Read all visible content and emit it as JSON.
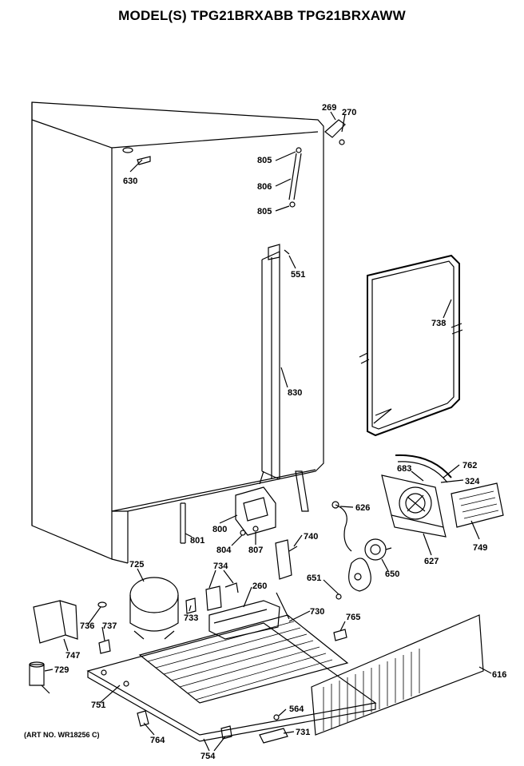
{
  "title": "MODEL(S) TPG21BRXABB  TPG21BRXAWW",
  "art_number": "(ART NO. WR18256 C)",
  "callouts": [
    {
      "id": "269",
      "label": "269"
    },
    {
      "id": "270",
      "label": "270"
    },
    {
      "id": "630",
      "label": "630"
    },
    {
      "id": "805a",
      "label": "805"
    },
    {
      "id": "806",
      "label": "806"
    },
    {
      "id": "805b",
      "label": "805"
    },
    {
      "id": "551",
      "label": "551"
    },
    {
      "id": "738",
      "label": "738"
    },
    {
      "id": "830",
      "label": "830"
    },
    {
      "id": "762",
      "label": "762"
    },
    {
      "id": "683",
      "label": "683"
    },
    {
      "id": "324",
      "label": "324"
    },
    {
      "id": "626",
      "label": "626"
    },
    {
      "id": "749",
      "label": "749"
    },
    {
      "id": "800",
      "label": "800"
    },
    {
      "id": "801",
      "label": "801"
    },
    {
      "id": "804",
      "label": "804"
    },
    {
      "id": "807",
      "label": "807"
    },
    {
      "id": "740",
      "label": "740"
    },
    {
      "id": "627",
      "label": "627"
    },
    {
      "id": "650",
      "label": "650"
    },
    {
      "id": "651",
      "label": "651"
    },
    {
      "id": "725",
      "label": "725"
    },
    {
      "id": "734",
      "label": "734"
    },
    {
      "id": "260",
      "label": "260"
    },
    {
      "id": "733",
      "label": "733"
    },
    {
      "id": "730",
      "label": "730"
    },
    {
      "id": "765",
      "label": "765"
    },
    {
      "id": "736",
      "label": "736"
    },
    {
      "id": "737",
      "label": "737"
    },
    {
      "id": "747",
      "label": "747"
    },
    {
      "id": "729",
      "label": "729"
    },
    {
      "id": "616",
      "label": "616"
    },
    {
      "id": "751",
      "label": "751"
    },
    {
      "id": "564",
      "label": "564"
    },
    {
      "id": "731",
      "label": "731"
    },
    {
      "id": "764",
      "label": "764"
    },
    {
      "id": "754",
      "label": "754"
    }
  ]
}
